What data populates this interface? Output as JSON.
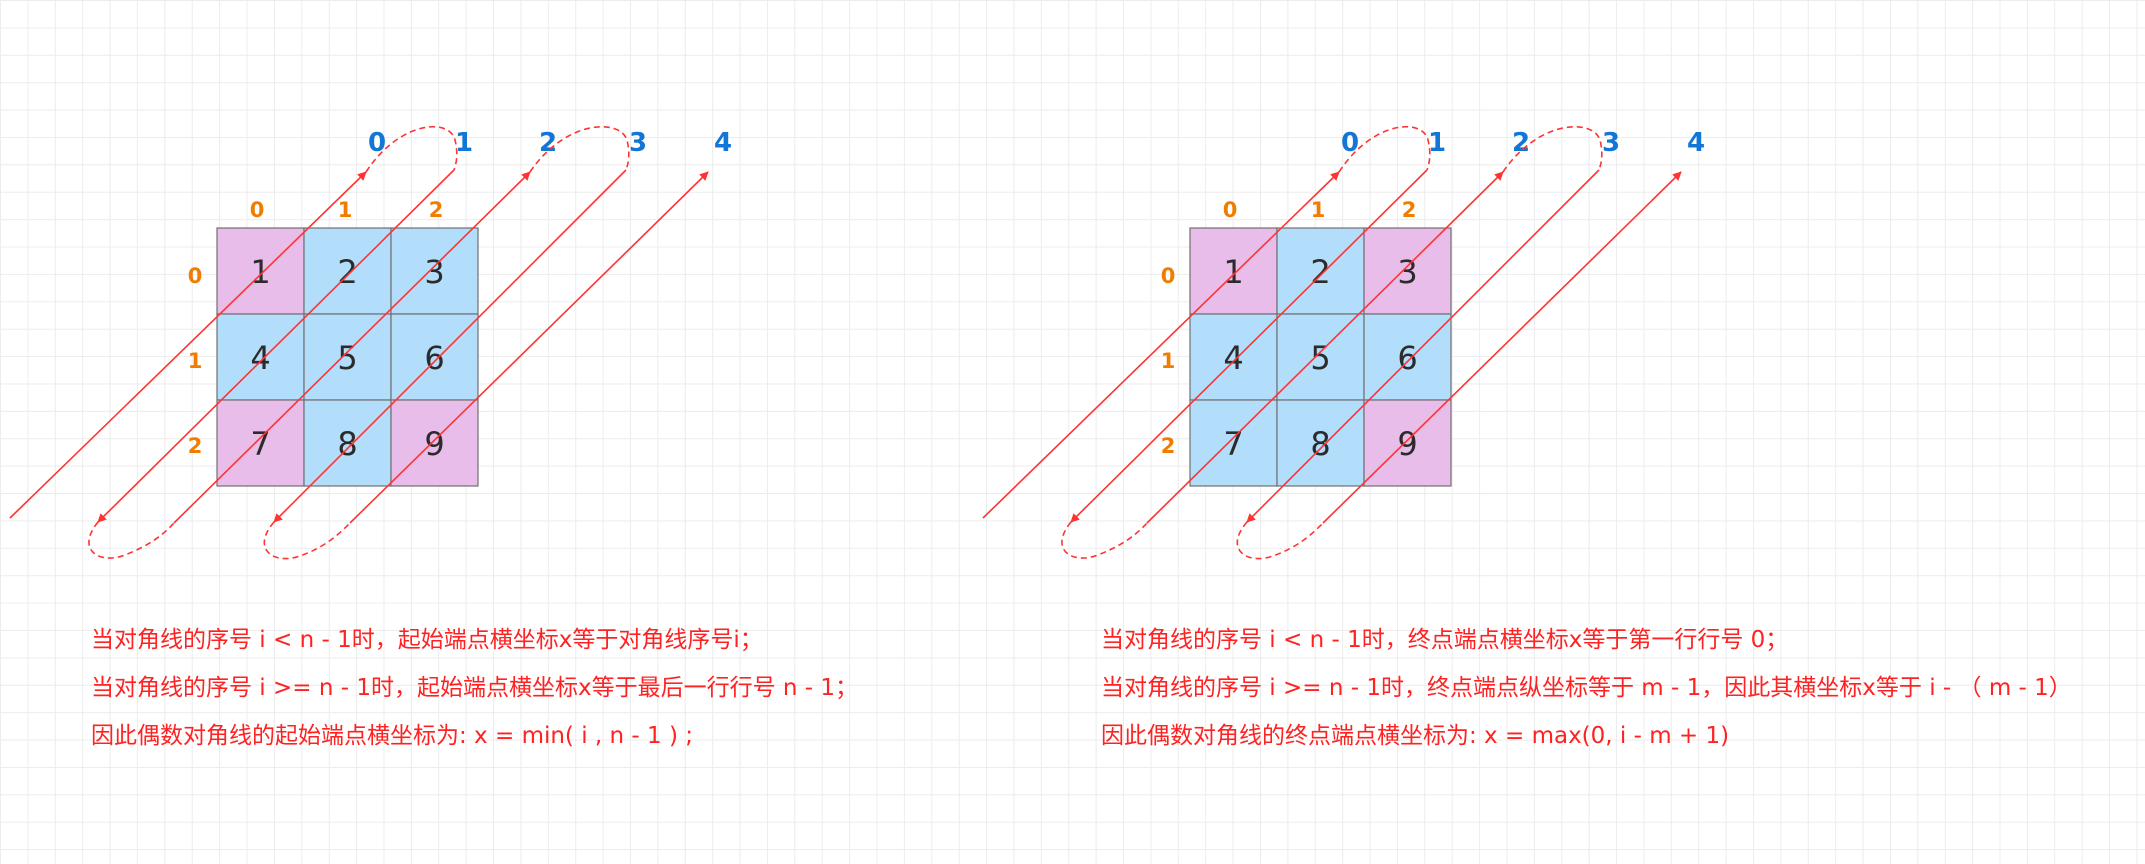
{
  "colors": {
    "pink": "#e8bdea",
    "blue": "#b2ddfb",
    "grid_stroke": "#707070",
    "arrow": "#ff3333",
    "row_col_index": "#f07c00",
    "diag_index": "#1276d6",
    "caption": "#ff2222"
  },
  "panels": [
    {
      "cells": [
        "1",
        "2",
        "3",
        "4",
        "5",
        "6",
        "7",
        "8",
        "9"
      ],
      "cell_fill": [
        "pink",
        "blue",
        "blue",
        "blue",
        "blue",
        "blue",
        "pink",
        "blue",
        "pink"
      ],
      "col_labels": [
        "0",
        "1",
        "2"
      ],
      "row_labels": [
        "0",
        "1",
        "2"
      ],
      "diag_labels": [
        "0",
        "1",
        "2",
        "3",
        "4"
      ],
      "captions": [
        "当对角线的序号 i  <   n - 1时，起始端点横坐标x等于对角线序号i；",
        "当对角线的序号 i >= n - 1时，起始端点横坐标x等于最后一行行号 n - 1；",
        "因此偶数对角线的起始端点横坐标为: x =  min( i , n - 1 ) ;"
      ]
    },
    {
      "cells": [
        "1",
        "2",
        "3",
        "4",
        "5",
        "6",
        "7",
        "8",
        "9"
      ],
      "cell_fill": [
        "pink",
        "blue",
        "pink",
        "blue",
        "blue",
        "blue",
        "blue",
        "blue",
        "pink"
      ],
      "col_labels": [
        "0",
        "1",
        "2"
      ],
      "row_labels": [
        "0",
        "1",
        "2"
      ],
      "diag_labels": [
        "0",
        "1",
        "2",
        "3",
        "4"
      ],
      "captions": [
        "当对角线的序号 i <    n - 1时，终点端点横坐标x等于第一行行号 0；",
        "当对角线的序号 i >= n - 1时，终点端点纵坐标等于 m - 1，因此其横坐标x等于 i -  （ m - 1）",
        "因此偶数对角线的终点端点横坐标为: x = max(0, i - m + 1)"
      ]
    }
  ]
}
